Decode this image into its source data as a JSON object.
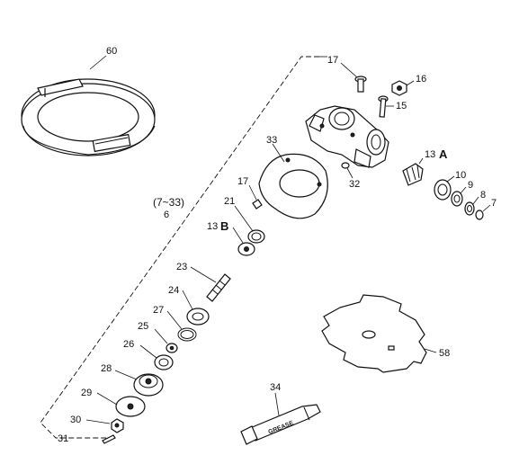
{
  "diagram": {
    "labels": {
      "p60": "60",
      "p17a": "17",
      "p16": "16",
      "p15": "15",
      "p33": "33",
      "p13a_num": "13",
      "p13a_letter": "A",
      "p17b": "17",
      "p32": "32",
      "p10": "10",
      "p9": "9",
      "p8": "8",
      "p7": "7",
      "range": "(7~33)",
      "p6": "6",
      "p21": "21",
      "p13b_num": "13",
      "p13b_letter": "B",
      "p23": "23",
      "p24": "24",
      "p27": "27",
      "p25": "25",
      "p26": "26",
      "p28": "28",
      "p29": "29",
      "p30": "30",
      "p31": "31",
      "p34": "34",
      "p58": "58"
    },
    "grease_text": "GREASE"
  }
}
